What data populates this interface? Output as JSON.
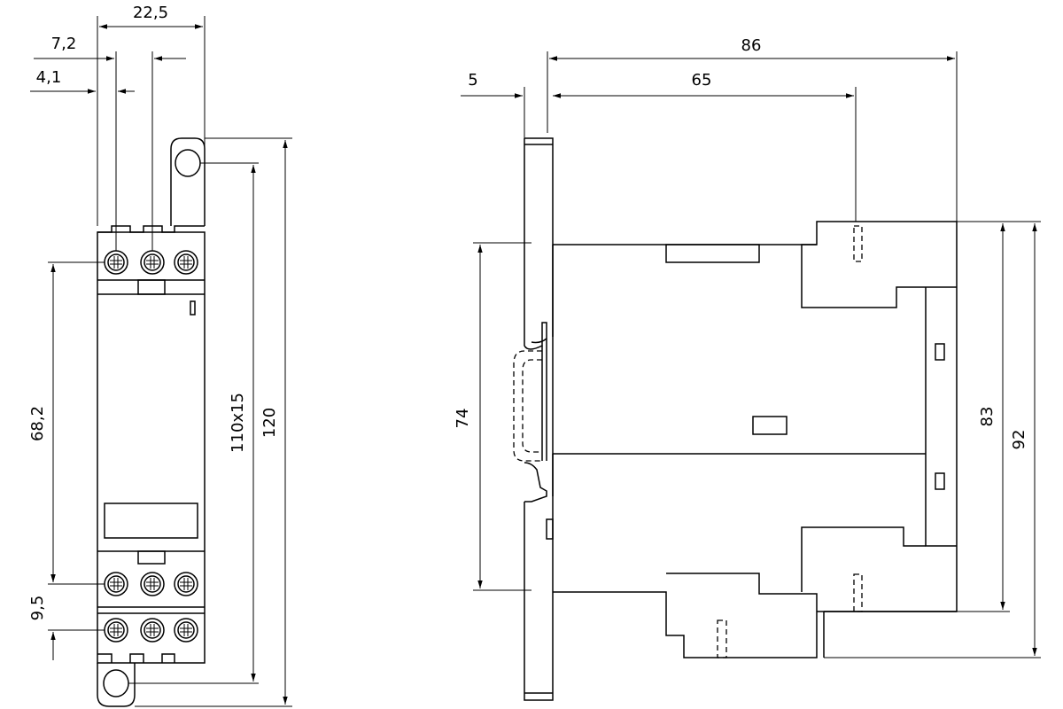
{
  "dimensions": {
    "front_width": "22,5",
    "front_pitch": "7,2",
    "front_offset": "4,1",
    "front_height_mid": "68,2",
    "front_terminal_pitch": "9,5",
    "front_hole_spacing": "110x15",
    "front_total_height": "120",
    "side_rail": "5",
    "side_body_depth": "65",
    "side_total_depth": "86",
    "side_mount_height": "74",
    "side_body_height": "83",
    "side_total_height": "92"
  },
  "colors": {
    "line": "#000000",
    "background": "#ffffff"
  }
}
